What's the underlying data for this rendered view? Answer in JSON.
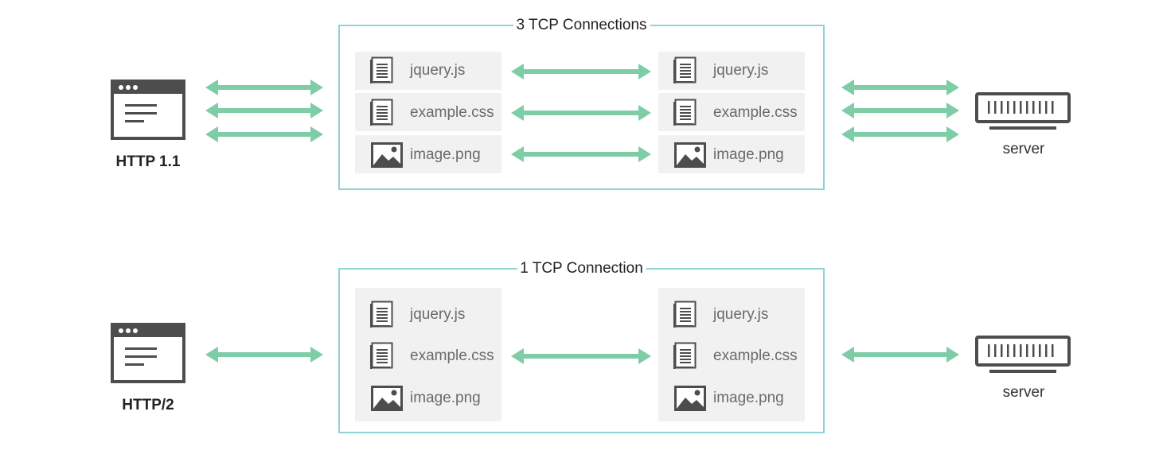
{
  "colors": {
    "arrow": "#7fcda6",
    "box_border": "#8fd3d8",
    "tile_bg": "#f1f1f1",
    "icon": "#4d4d4d"
  },
  "top": {
    "client_label": "HTTP 1.1",
    "box_title": "3 TCP Connections",
    "files_left": [
      {
        "name": "jquery.js",
        "icon": "document-icon"
      },
      {
        "name": "example.css",
        "icon": "document-icon"
      },
      {
        "name": "image.png",
        "icon": "image-icon"
      }
    ],
    "files_right": [
      {
        "name": "jquery.js",
        "icon": "document-icon"
      },
      {
        "name": "example.css",
        "icon": "document-icon"
      },
      {
        "name": "image.png",
        "icon": "image-icon"
      }
    ],
    "server_label": "server"
  },
  "bottom": {
    "client_label": "HTTP/2",
    "box_title": "1 TCP Connection",
    "files_left": [
      {
        "name": "jquery.js",
        "icon": "document-icon"
      },
      {
        "name": "example.css",
        "icon": "document-icon"
      },
      {
        "name": "image.png",
        "icon": "image-icon"
      }
    ],
    "files_right": [
      {
        "name": "jquery.js",
        "icon": "document-icon"
      },
      {
        "name": "example.css",
        "icon": "document-icon"
      },
      {
        "name": "image.png",
        "icon": "image-icon"
      }
    ],
    "server_label": "server"
  }
}
